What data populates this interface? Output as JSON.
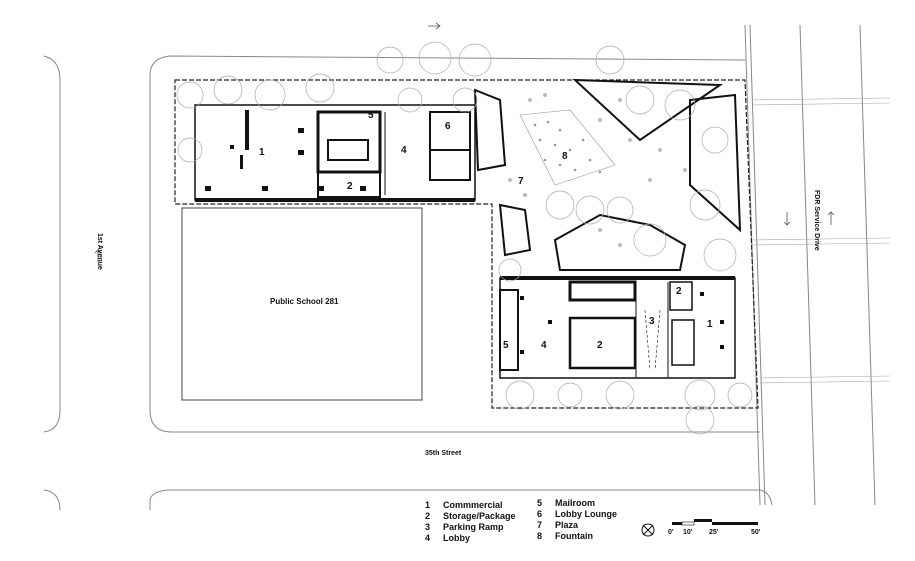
{
  "streets": {
    "avenue": "1st Avenue",
    "street": "35th Street",
    "drive": "FDR Service Drive"
  },
  "school": "Public School 281",
  "room_numbers": {
    "n1": "1",
    "n2": "2",
    "n3": "3",
    "n4": "4",
    "n5": "5",
    "n6": "6",
    "n7": "7",
    "n8": "8"
  },
  "legend": [
    {
      "num": "1",
      "label": "Commmercial"
    },
    {
      "num": "2",
      "label": "Storage/Package"
    },
    {
      "num": "3",
      "label": "Parking Ramp"
    },
    {
      "num": "4",
      "label": "Lobby"
    },
    {
      "num": "5",
      "label": "Mailroom"
    },
    {
      "num": "6",
      "label": "Lobby Lounge"
    },
    {
      "num": "7",
      "label": "Plaza"
    },
    {
      "num": "8",
      "label": "Fountain"
    }
  ],
  "scale": {
    "t0": "0'",
    "t1": "10'",
    "t2": "25'",
    "t3": "50'"
  },
  "icons": [
    "north-arrow-icon",
    "traffic-arrow-icon"
  ]
}
